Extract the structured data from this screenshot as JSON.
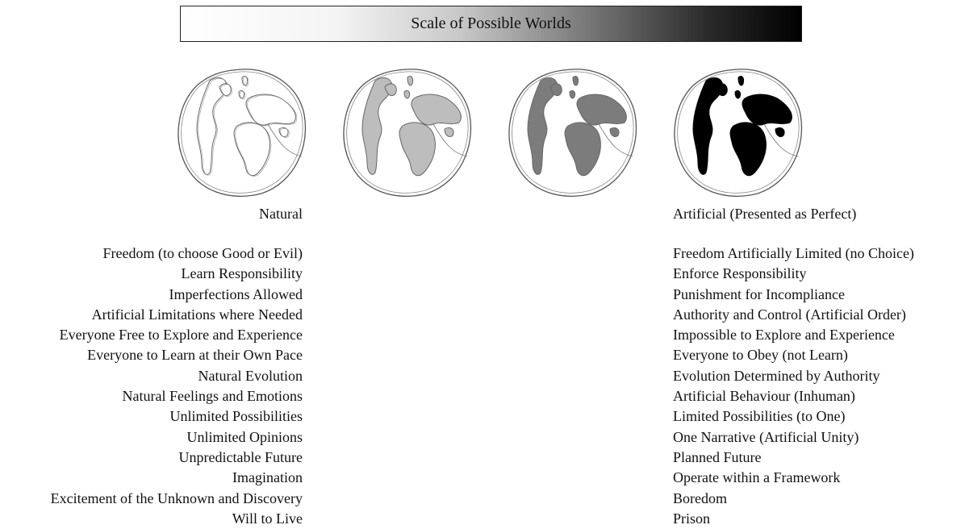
{
  "title": "Scale of Possible Worlds",
  "globes": [
    {
      "shade": "#ffffff",
      "name": "natural-globe"
    },
    {
      "shade": "#bdbdbd",
      "name": "light-grey-globe"
    },
    {
      "shade": "#7c7c7c",
      "name": "dark-grey-globe"
    },
    {
      "shade": "#000000",
      "name": "artificial-globe"
    }
  ],
  "left": {
    "heading": "Natural",
    "items": [
      "Freedom (to choose Good or Evil)",
      "Learn Responsibility",
      "Imperfections Allowed",
      "Artificial Limitations where Needed",
      "Everyone Free to Explore and Experience",
      "Everyone to Learn at their Own Pace",
      "Natural Evolution",
      "Natural Feelings and Emotions",
      "Unlimited Possibilities",
      "Unlimited Opinions",
      "Unpredictable Future",
      "Imagination",
      "Excitement of the Unknown and Discovery",
      "Will to Live"
    ]
  },
  "right": {
    "heading": "Artificial (Presented as Perfect)",
    "items": [
      "Freedom Artificially Limited (no Choice)",
      "Enforce Responsibility",
      "Punishment for Incompliance",
      "Authority and Control (Artificial Order)",
      "Impossible to Explore and Experience",
      "Everyone to Obey (not Learn)",
      "Evolution Determined by Authority",
      "Artificial Behaviour (Inhuman)",
      "Limited Possibilities (to One)",
      "One Narrative (Artificial Unity)",
      "Planned Future",
      "Operate within a Framework",
      "Boredom",
      "Prison"
    ]
  }
}
